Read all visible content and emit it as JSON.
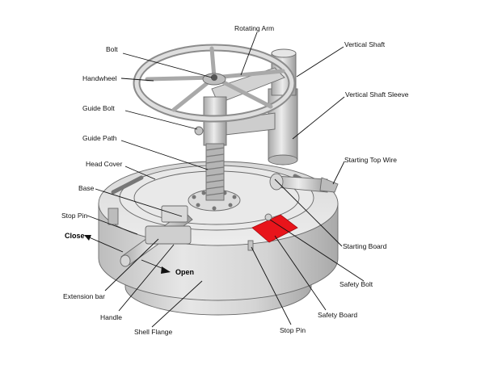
{
  "labels": {
    "rotating_arm": "Rotating Arm",
    "bolt": "Bolt",
    "vertical_shaft": "Vertical Shaft",
    "handwheel": "Handwheel",
    "vertical_shaft_sleeve": "Vertical Shaft Sleeve",
    "guide_bolt": "Guide Bolt",
    "guide_path": "Guide Path",
    "head_cover": "Head Cover",
    "starting_top_wire": "Starting Top Wire",
    "base": "Base",
    "stop_pin_left": "Stop Pin",
    "close": "Close",
    "starting_board": "Starting Board",
    "open": "Open",
    "extension_bar": "Extension bar",
    "safety_bolt": "Safety Bolt",
    "handle": "Handle",
    "safety_board": "Safety Board",
    "stop_pin_bottom": "Stop Pin",
    "shell_flange": "Shell Flange"
  },
  "colors": {
    "metal_light": "#e2e2e2",
    "metal_mid": "#c9c9c9",
    "metal_dark": "#9a9a9a",
    "safety_board": "#e8141b"
  }
}
